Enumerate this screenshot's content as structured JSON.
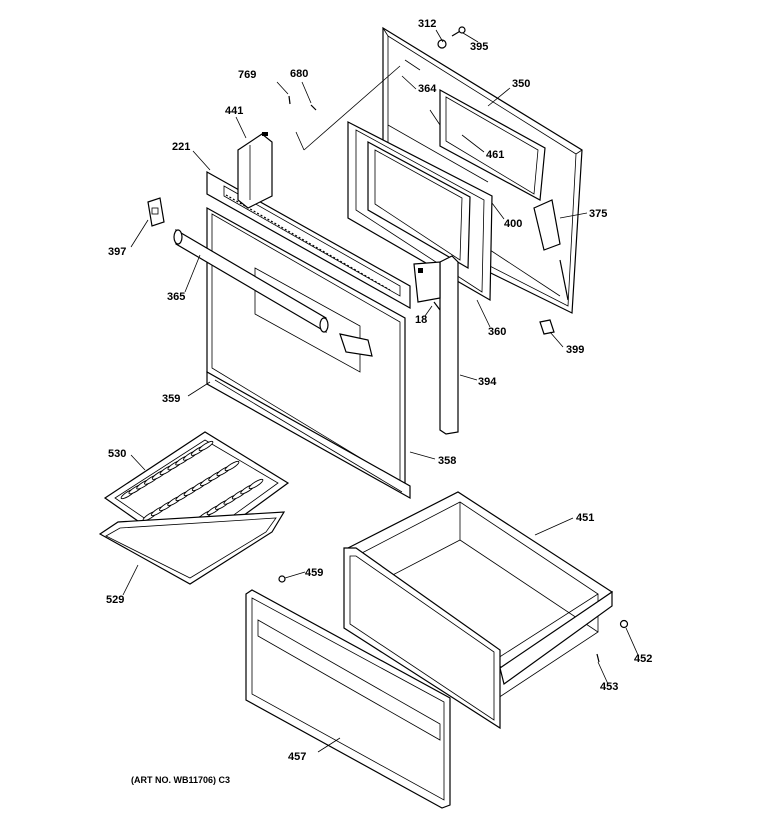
{
  "diagram": {
    "art_number": "(ART NO. WB11706) C3",
    "labels": {
      "p312": "312",
      "p395": "395",
      "p769": "769",
      "p680": "680",
      "p364": "364",
      "p350": "350",
      "p441": "441",
      "p221": "221",
      "p461": "461",
      "p375": "375",
      "p400": "400",
      "p397": "397",
      "p365": "365",
      "p18": "18",
      "p360": "360",
      "p399": "399",
      "p394": "394",
      "p359": "359",
      "p358": "358",
      "p530": "530",
      "p451": "451",
      "p459": "459",
      "p529": "529",
      "p452": "452",
      "p453": "453",
      "p457": "457"
    }
  }
}
